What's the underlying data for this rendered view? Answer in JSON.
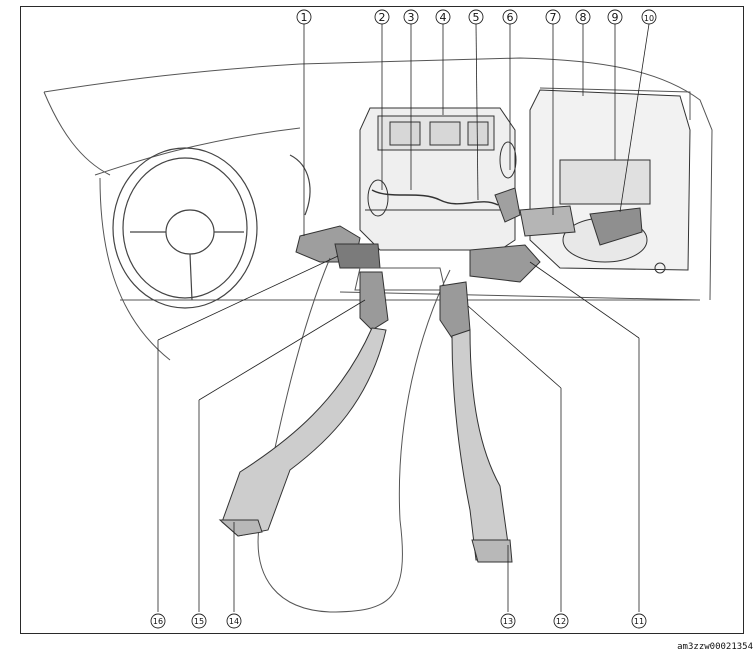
{
  "callouts": [
    "1",
    "2",
    "3",
    "4",
    "5",
    "6",
    "7",
    "8",
    "9",
    "10",
    "11",
    "12",
    "13",
    "14",
    "15",
    "16"
  ],
  "image_code": "am3zzw00021354",
  "colors": {
    "line": "#222222",
    "light": "#cfcfcf",
    "mid": "#a8a8a8",
    "dark": "#6e6e6e"
  }
}
